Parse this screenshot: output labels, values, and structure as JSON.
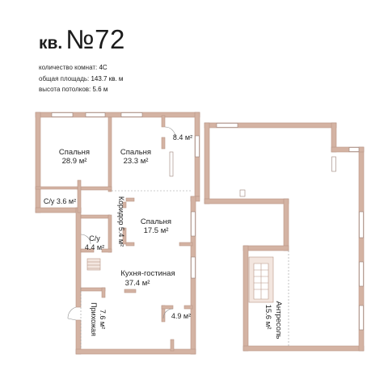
{
  "header": {
    "prefix": "кв.",
    "number": "№72"
  },
  "info": [
    {
      "label": "количество комнат:",
      "value": "4С"
    },
    {
      "label": "общая площадь:",
      "value": "143.7 кв. м"
    },
    {
      "label": "высота потолков:",
      "value": "5.6 м"
    }
  ],
  "floor1": {
    "rooms": {
      "bedroom1": {
        "name": "Спальня",
        "area": "28.9 м²"
      },
      "bedroom2": {
        "name": "Спальня",
        "area": "23.3 м²"
      },
      "bedroom3": {
        "name": "Спальня",
        "area": "17.5 м²"
      },
      "closet": {
        "area": "8.4 м²"
      },
      "bathroom1": {
        "label": "С/у 3.6 м²"
      },
      "bathroom2": {
        "name": "С/у",
        "area": "4.4 м²"
      },
      "corridor": {
        "label": "Коридор 5.4 м²"
      },
      "kitchen": {
        "name": "Кухня-гостиная",
        "area": "37.4 м²"
      },
      "storage": {
        "area": "4.9 м²"
      },
      "hall": {
        "name": "Прихожая",
        "area": "7.6 м²"
      }
    }
  },
  "floor2": {
    "rooms": {
      "mezzanine": {
        "name": "Антресоль",
        "area": "15.6 м²"
      }
    }
  },
  "colors": {
    "wall": "#d4b3a3",
    "wall_edge": "#b89586",
    "window": "#ffffff",
    "dashed": "#9a9a9a"
  }
}
